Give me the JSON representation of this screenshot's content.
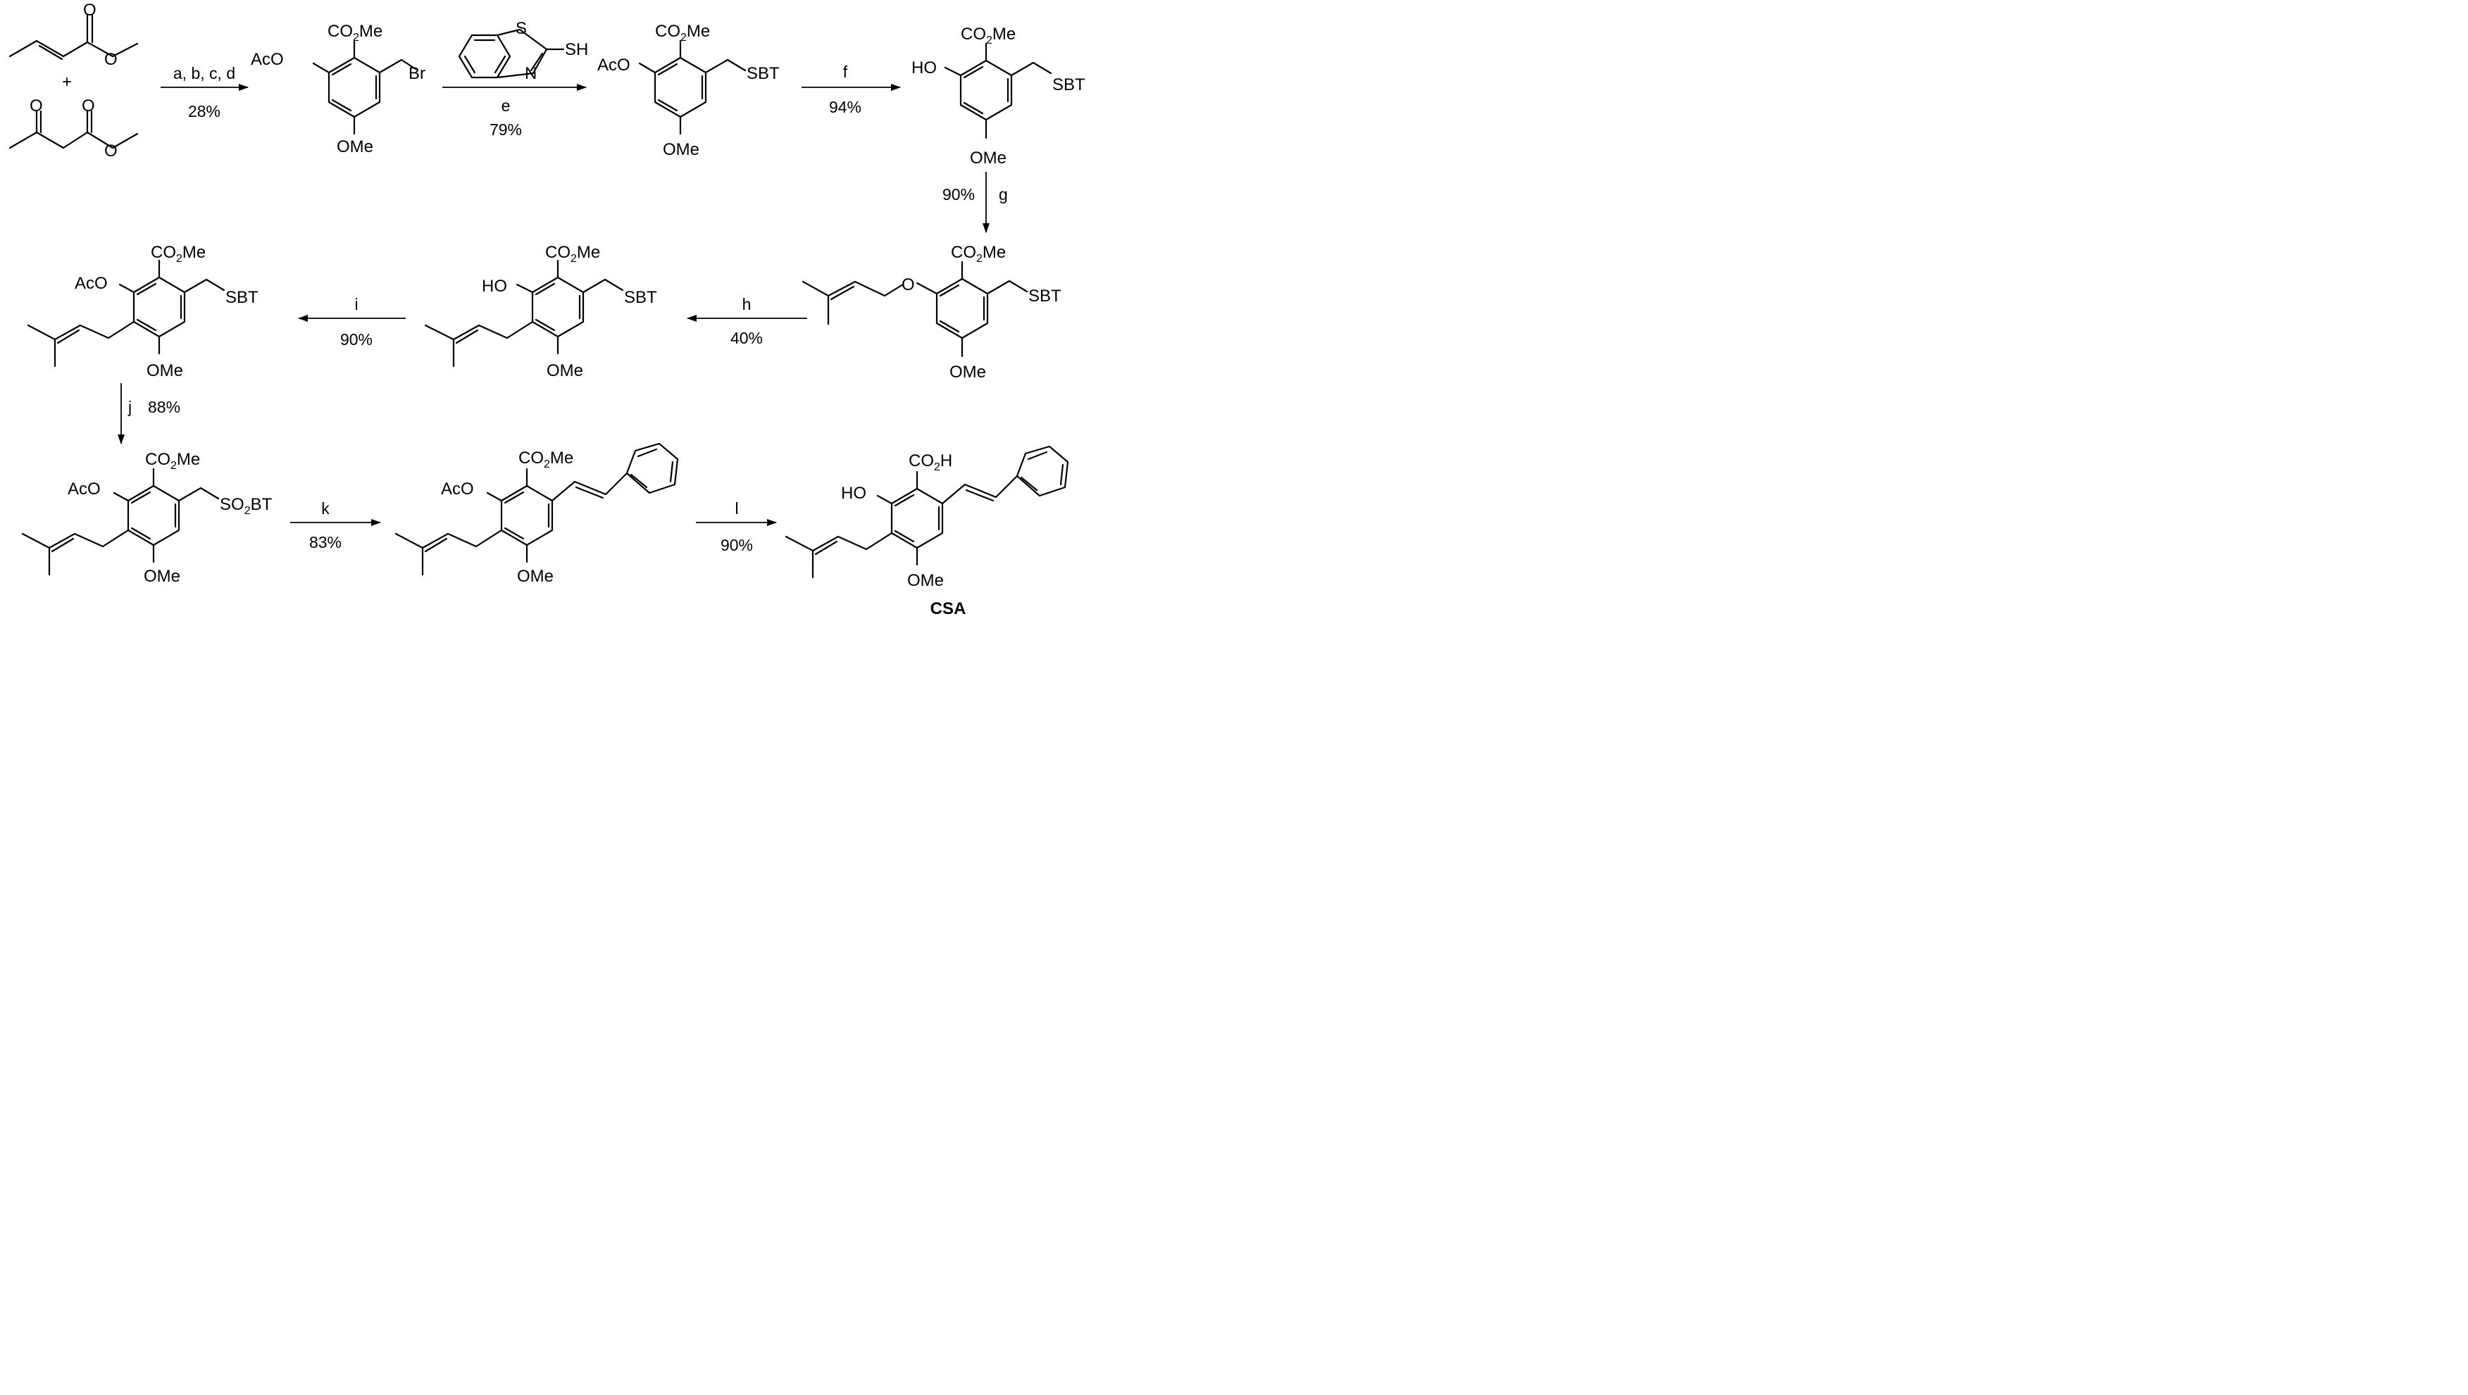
{
  "labels": {
    "co2me": "CO₂Me",
    "co2h": "CO₂H",
    "aco": "AcO",
    "ho": "HO",
    "ome": "OMe",
    "br": "Br",
    "sbt": "SBT",
    "so2bt": "SO₂BT",
    "s": "S",
    "n": "N",
    "sh": "SH",
    "o": "O",
    "plus": "+"
  },
  "steps": {
    "s1": {
      "reagents": "a, b, c, d",
      "yield": "28%"
    },
    "s2": {
      "reagents": "e",
      "yield": "79%"
    },
    "s3": {
      "reagents": "f",
      "yield": "94%"
    },
    "s4": {
      "reagents": "g",
      "yield": "90%"
    },
    "s5": {
      "reagents": "h",
      "yield": "40%"
    },
    "s6": {
      "reagents": "i",
      "yield": "90%"
    },
    "s7": {
      "reagents": "j",
      "yield": "88%"
    },
    "s8": {
      "reagents": "k",
      "yield": "83%"
    },
    "s9": {
      "reagents": "l",
      "yield": "90%"
    }
  },
  "final_compound": "CSA"
}
